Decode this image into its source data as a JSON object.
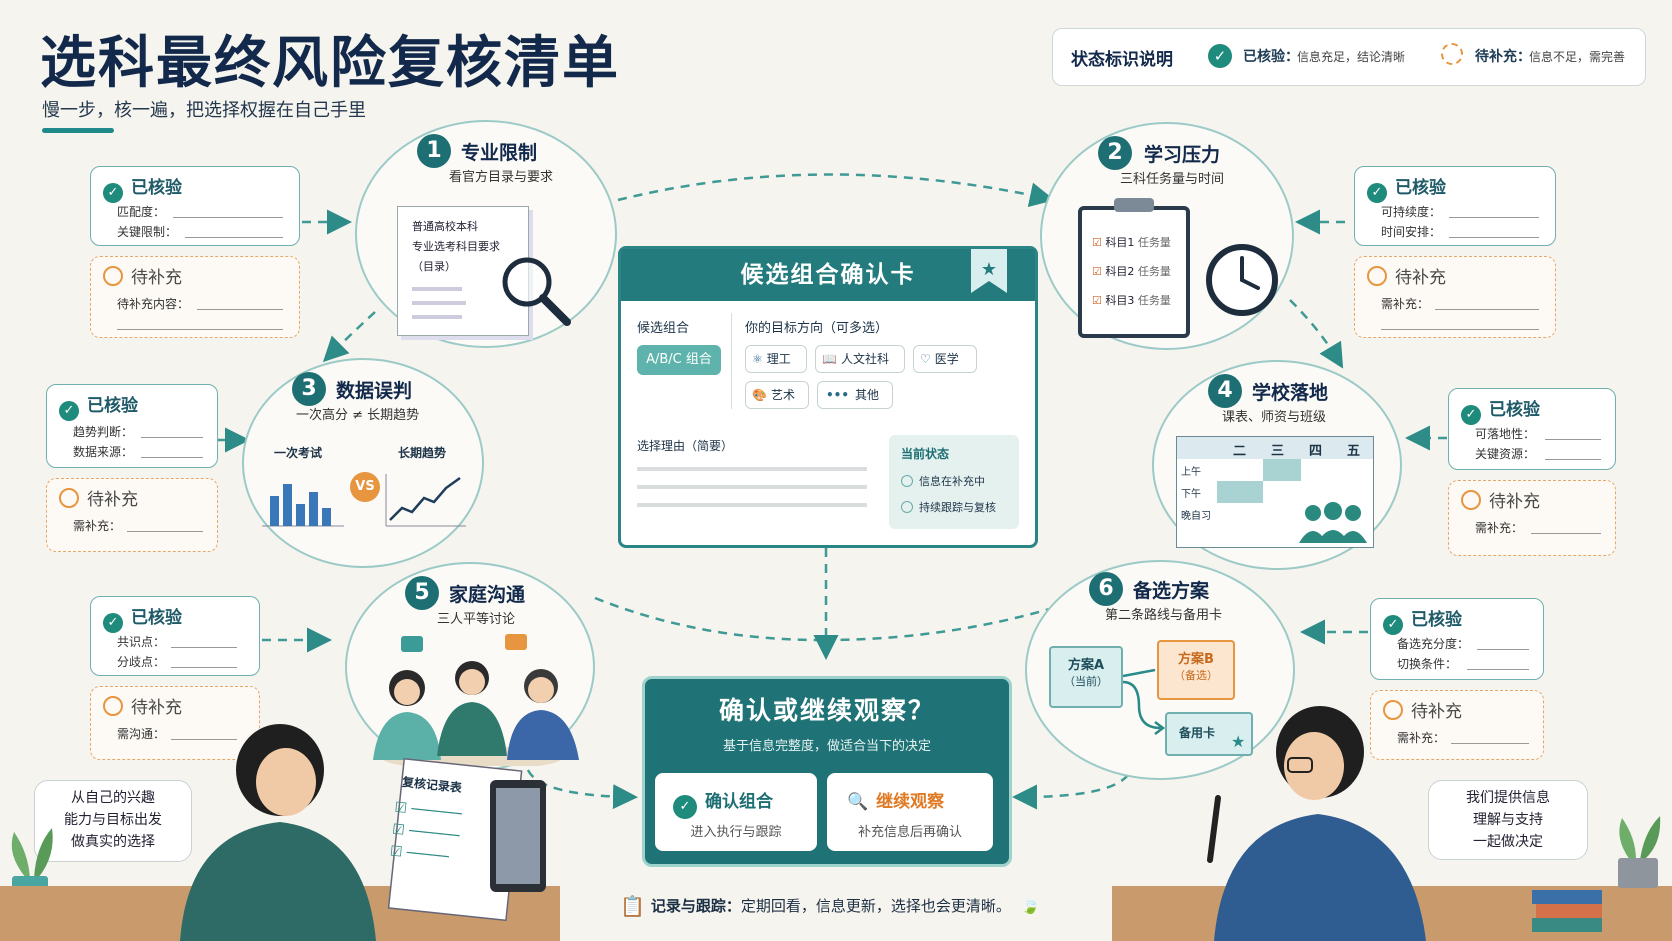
{
  "header": {
    "title": "选科最终风险复核清单",
    "subtitle": "慢一步，核一遍，把选择权握在自己手里"
  },
  "legend": {
    "title": "状态标识说明",
    "verified_label": "已核验：",
    "verified_desc": "信息充足，结论清晰",
    "pending_label": "待补充：",
    "pending_desc": "信息不足，需完善"
  },
  "status_labels": {
    "verified": "已核验",
    "pending": "待补充"
  },
  "steps": [
    {
      "num": "1",
      "title": "专业限制",
      "subtitle": "看官方目录与要求",
      "doc_lines": [
        "普通高校本科",
        "专业选考科目要求",
        "（目录）"
      ],
      "verified_fields": [
        "匹配度：",
        "关键限制："
      ],
      "pending_fields": [
        "待补充内容："
      ]
    },
    {
      "num": "2",
      "title": "学习压力",
      "subtitle": "三科任务量与时间",
      "task_rows": [
        {
          "subject": "科目1",
          "task": "任务量"
        },
        {
          "subject": "科目2",
          "task": "任务量"
        },
        {
          "subject": "科目3",
          "task": "任务量"
        }
      ],
      "verified_fields": [
        "可持续度：",
        "时间安排："
      ],
      "pending_fields": [
        "需补充："
      ]
    },
    {
      "num": "3",
      "title": "数据误判",
      "subtitle": "一次高分 ≠ 长期趋势",
      "left_label": "一次考试",
      "vs": "VS",
      "right_label": "长期趋势",
      "verified_fields": [
        "趋势判断：",
        "数据来源："
      ],
      "pending_fields": [
        "需补充："
      ]
    },
    {
      "num": "4",
      "title": "学校落地",
      "subtitle": "课表、师资与班级",
      "week_days": [
        "二",
        "三",
        "四",
        "五"
      ],
      "time_slots": [
        "上午",
        "下午",
        "晚自习"
      ],
      "verified_fields": [
        "可落地性：",
        "关键资源："
      ],
      "pending_fields": [
        "需补充："
      ]
    },
    {
      "num": "5",
      "title": "家庭沟通",
      "subtitle": "三人平等讨论",
      "verified_fields": [
        "共识点：",
        "分歧点："
      ],
      "pending_fields": [
        "需沟通："
      ]
    },
    {
      "num": "6",
      "title": "备选方案",
      "subtitle": "第二条路线与备用卡",
      "plan_a": "方案A",
      "plan_a_note": "（当前）",
      "plan_b": "方案B",
      "plan_b_note": "（备选）",
      "backup": "备用卡",
      "verified_fields": [
        "备选充分度：",
        "切换条件："
      ],
      "pending_fields": [
        "需补充："
      ]
    }
  ],
  "center_card": {
    "title": "候选组合确认卡",
    "combo_label": "候选组合",
    "combo_value": "A/B/C 组合",
    "direction_label": "你的目标方向（可多选）",
    "directions": [
      "理工",
      "人文社科",
      "医学",
      "艺术",
      "其他"
    ],
    "reason_label": "选择理由（简要）",
    "status_label": "当前状态",
    "status_options": [
      "信息在补充中",
      "持续跟踪与复核"
    ]
  },
  "decision": {
    "title": "确认或继续观察？",
    "subtitle": "基于信息完整度，做适合当下的决定",
    "confirm_label": "确认组合",
    "confirm_sub": "进入执行与跟踪",
    "observe_label": "继续观察",
    "observe_sub": "补充信息后再确认"
  },
  "student_bubble": [
    "从自己的兴趣",
    "能力与目标出发",
    "做真实的选择"
  ],
  "parent_bubble": [
    "我们提供信息",
    "理解与支持",
    "一起做决定"
  ],
  "record_sheet_title": "复核记录表",
  "footer": {
    "label": "记录与跟踪：",
    "text": "定期回看，信息更新，选择也会更清晰。"
  },
  "colors": {
    "teal": "#1f7275",
    "navy": "#13294b",
    "orange": "#e8953f",
    "verified_green": "#1e8b7c"
  }
}
